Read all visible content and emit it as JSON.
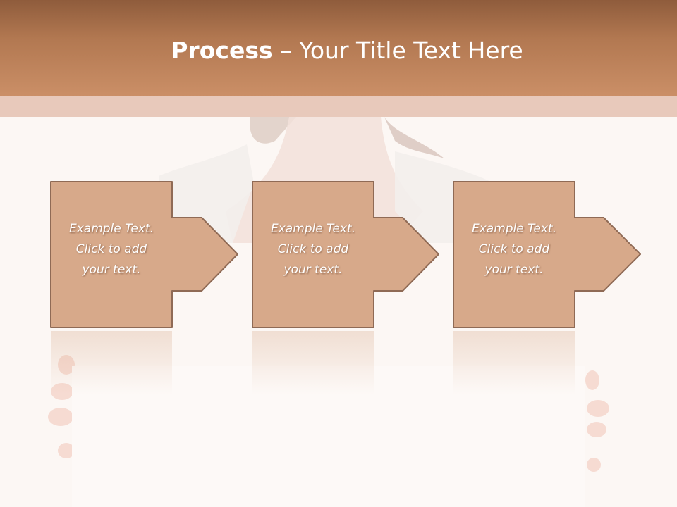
{
  "slide": {
    "title_bold": "Process",
    "title_rest": " – Your Title Text Here"
  },
  "steps": [
    {
      "text": "Example Text.\nClick  to add\nyour text."
    },
    {
      "text": "Example Text.\nClick  to add\nyour text."
    },
    {
      "text": "Example Text.\nClick  to add\nyour text."
    }
  ],
  "colors": {
    "header": "#b27851",
    "box_fill": "#d7a98a",
    "box_stroke": "#8f6a55",
    "background": "#fcf7f4"
  }
}
